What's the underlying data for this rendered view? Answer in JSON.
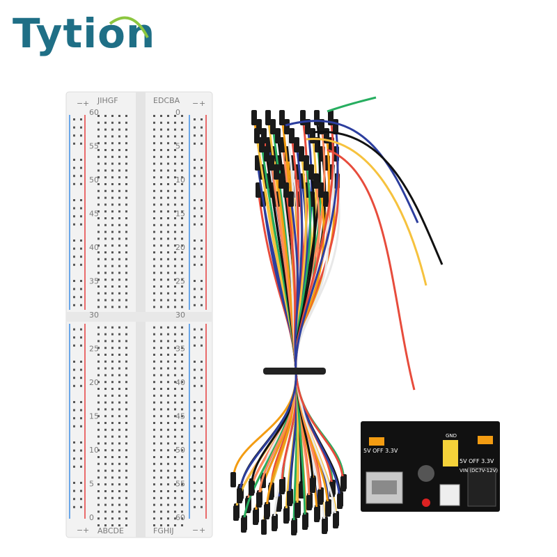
{
  "brand": {
    "part1": "Ty",
    "part2": "tion",
    "color_primary": "#1f6f86",
    "color_accent": "#8cc63f"
  },
  "breadboard": {
    "left_numbers": [
      "60",
      "55",
      "50",
      "45",
      "40",
      "35",
      "30",
      "25",
      "20",
      "15",
      "10",
      "5",
      "0"
    ],
    "right_numbers": [
      "0",
      "5",
      "10",
      "15",
      "20",
      "25",
      "30",
      "35",
      "40",
      "45",
      "50",
      "55",
      "60"
    ],
    "top_letters_left": "JIHGF",
    "top_letters_right": "EDCBA",
    "bottom_letters_left": "ABCDE",
    "bottom_letters_right": "FGHIJ",
    "rail_plus": "+",
    "rail_minus": "−"
  },
  "power_module": {
    "label_left": "5V OFF 3.3V",
    "label_right": "5V OFF 3.3V",
    "label_gnd": "GND",
    "label_vin": "VIN (DC7V-12V)"
  },
  "wire_colors": [
    "#f39c12",
    "#ffffff",
    "#e74c3c",
    "#2c3e9e",
    "#f6c23e",
    "#27ae60",
    "#111111",
    "#ff8a5c"
  ]
}
